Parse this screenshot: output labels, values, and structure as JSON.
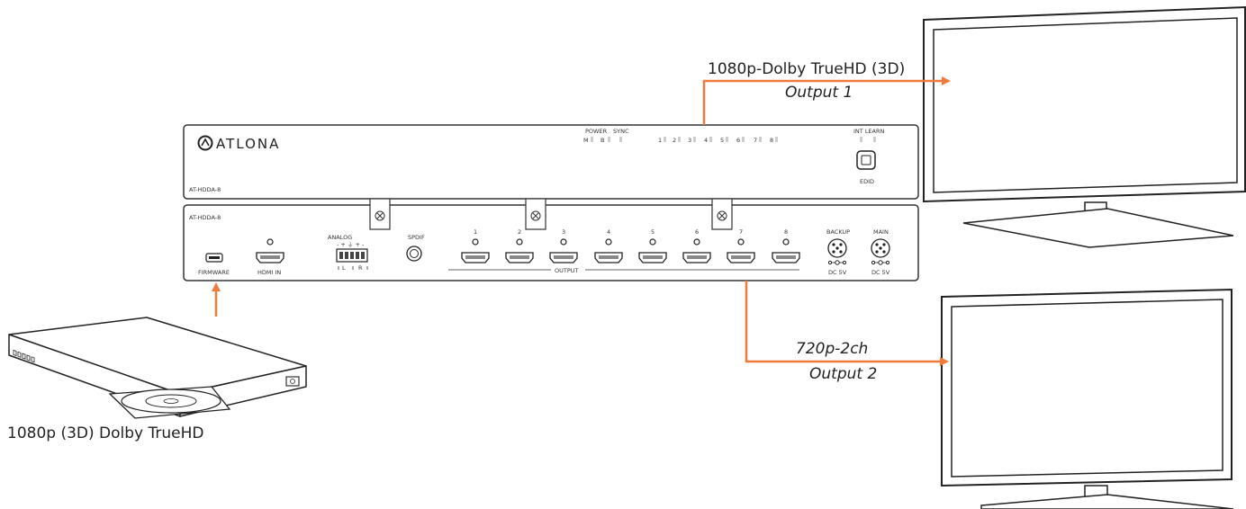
{
  "source_device": {
    "label": "1080p (3D) Dolby TrueHD"
  },
  "device_front": {
    "brand": "ATLONA",
    "model": "AT-HDDA-8",
    "power_label": "POWER",
    "sync_label": "SYNC",
    "power_leds": [
      "M",
      "B"
    ],
    "sync_leds": [
      "1",
      "2",
      "3",
      "4",
      "5",
      "6",
      "7",
      "8"
    ],
    "int_learn_label": "INT LEARN",
    "edid_label": "EDID"
  },
  "device_rear": {
    "model": "AT-HDDA-8",
    "firmware_label": "FIRMWARE",
    "hdmi_in_label": "HDMI IN",
    "analog_label": "ANALOG",
    "analog_pins": "- + ⏚ + -",
    "analog_l": "L",
    "analog_r": "R",
    "spdif_label": "SPDIF",
    "output_label": "OUTPUT",
    "output_ports": [
      "1",
      "2",
      "3",
      "4",
      "5",
      "6",
      "7",
      "8"
    ],
    "backup_label": "BACKUP",
    "main_label": "MAIN",
    "dc_backup": "DC 5V",
    "dc_main": "DC 5V"
  },
  "output_1": {
    "format": "1080p-Dolby TrueHD (3D)",
    "name": "Output 1"
  },
  "output_2": {
    "format": "720p-2ch",
    "name": "Output 2"
  },
  "colors": {
    "arrow": "#f07a3a",
    "line": "#333333"
  }
}
